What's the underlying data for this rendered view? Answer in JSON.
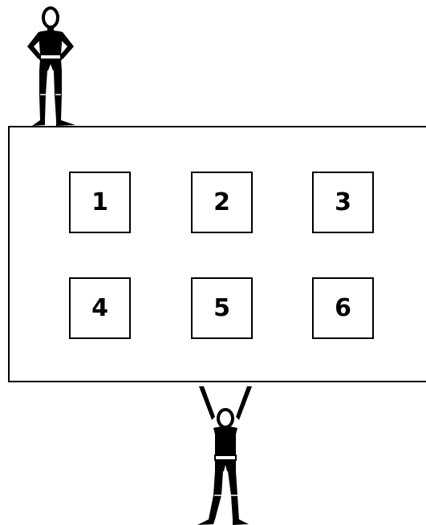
{
  "board": {
    "cells": [
      "1",
      "2",
      "3",
      "4",
      "5",
      "6"
    ]
  },
  "figures": {
    "top_icon": "standing-person-hands-on-hips-icon",
    "bottom_icon": "person-lifting-arms-up-icon"
  }
}
